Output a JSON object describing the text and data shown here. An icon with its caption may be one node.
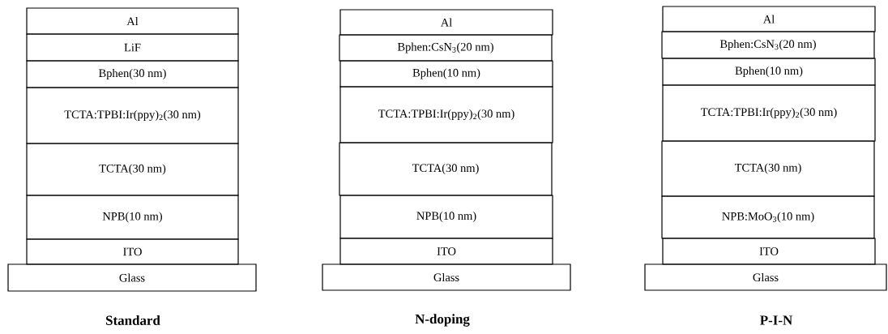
{
  "diagram": {
    "nodes": [
      {
        "text": [
          "Al"
        ]
      },
      {
        "text": [
          "LiF"
        ]
      },
      {
        "text": [
          "Bphen(30 nm)"
        ]
      },
      {
        "text": [
          "TCTA:TPBI:Ir(ppy)$_{2}$(30 nm)"
        ]
      },
      {
        "text": [
          "TCTA(30 nm)"
        ]
      },
      {
        "text": [
          "NPB(10 nm)"
        ]
      },
      {
        "text": [
          "ITO"
        ]
      },
      {
        "text": [
          "Glass"
        ]
      },
      {
        "text": [
          "Al"
        ]
      },
      {
        "text": [
          "Bphen:CsN$_{3}$(20 nm)"
        ]
      },
      {
        "text": [
          "Bphen(10 nm)"
        ]
      },
      {
        "text": [
          "TCTA:TPBI:Ir(ppy)$_{2}$(30 nm)"
        ]
      },
      {
        "text": [
          "TCTA(30 nm)"
        ]
      },
      {
        "text": [
          "NPB(10 nm)"
        ]
      },
      {
        "text": [
          "ITO"
        ]
      },
      {
        "text": [
          "Glass"
        ]
      },
      {
        "text": [
          "Al"
        ]
      },
      {
        "text": [
          "Bphen:CsN$_{3}$(20 nm)"
        ]
      },
      {
        "text": [
          "Bphen(10 nm)"
        ]
      },
      {
        "text": [
          "TCTA:TPBI:Ir(ppy)$_{2}$(30 nm)"
        ]
      },
      {
        "text": [
          "TCTA(30 nm)"
        ]
      },
      {
        "text": [
          "NPB:MoO$_{3}$(10 nm)"
        ]
      },
      {
        "text": [
          "ITO"
        ]
      },
      {
        "text": [
          "Glass"
        ]
      }
    ],
    "labels": [
      "Standard",
      "N-doping",
      "P-I-N"
    ]
  }
}
